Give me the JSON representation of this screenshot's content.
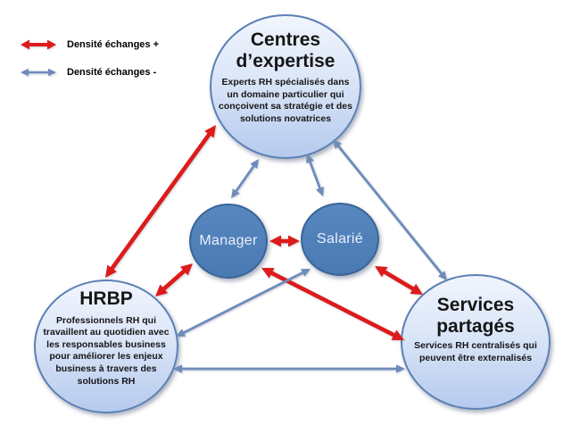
{
  "legend": {
    "items": [
      {
        "id": "dense",
        "label": "Densité échanges +",
        "icon": "red-double-arrow-icon",
        "color": "#dd1b1a"
      },
      {
        "id": "less_dense",
        "label": "Densité échanges -",
        "icon": "blue-double-arrow-icon",
        "color": "#6d8cba"
      }
    ]
  },
  "nodes": {
    "centres": {
      "title": "Centres d’expertise",
      "description": "Experts RH spécialisés dans un domaine particulier qui conçoivent sa stratégie et des solutions novatrices"
    },
    "hrbp": {
      "title": "HRBP",
      "description": "Professionnels RH qui travaillent au quotidien avec les responsables business pour améliorer les enjeux business à travers des solutions RH"
    },
    "services": {
      "title": "Services partagés",
      "description": "Services RH centralisés qui peuvent être externalisés"
    },
    "manager": {
      "title": "Manager"
    },
    "salarie": {
      "title": "Salarié"
    }
  },
  "edges": [
    {
      "from": "hrbp",
      "to": "centres",
      "density": "+"
    },
    {
      "from": "hrbp",
      "to": "manager",
      "density": "+"
    },
    {
      "from": "manager",
      "to": "salarie",
      "density": "+"
    },
    {
      "from": "manager",
      "to": "services",
      "density": "+"
    },
    {
      "from": "salarie",
      "to": "services",
      "density": "+"
    },
    {
      "from": "centres",
      "to": "manager",
      "density": "-"
    },
    {
      "from": "centres",
      "to": "salarie",
      "density": "-"
    },
    {
      "from": "centres",
      "to": "services",
      "density": "-"
    },
    {
      "from": "hrbp",
      "to": "salarie",
      "density": "-"
    },
    {
      "from": "hrbp",
      "to": "services",
      "density": "-"
    }
  ],
  "colors": {
    "dense_arrow": "#dd1b1a",
    "less_dense_arrow": "#6d8cba",
    "big_circle_border": "#5b80b4",
    "big_circle_fill_top": "#f1f5fd",
    "big_circle_fill_bottom": "#b6caee",
    "small_circle_fill": "#4a7ab2",
    "small_circle_border": "#3a6496",
    "background": "#ffffff"
  }
}
